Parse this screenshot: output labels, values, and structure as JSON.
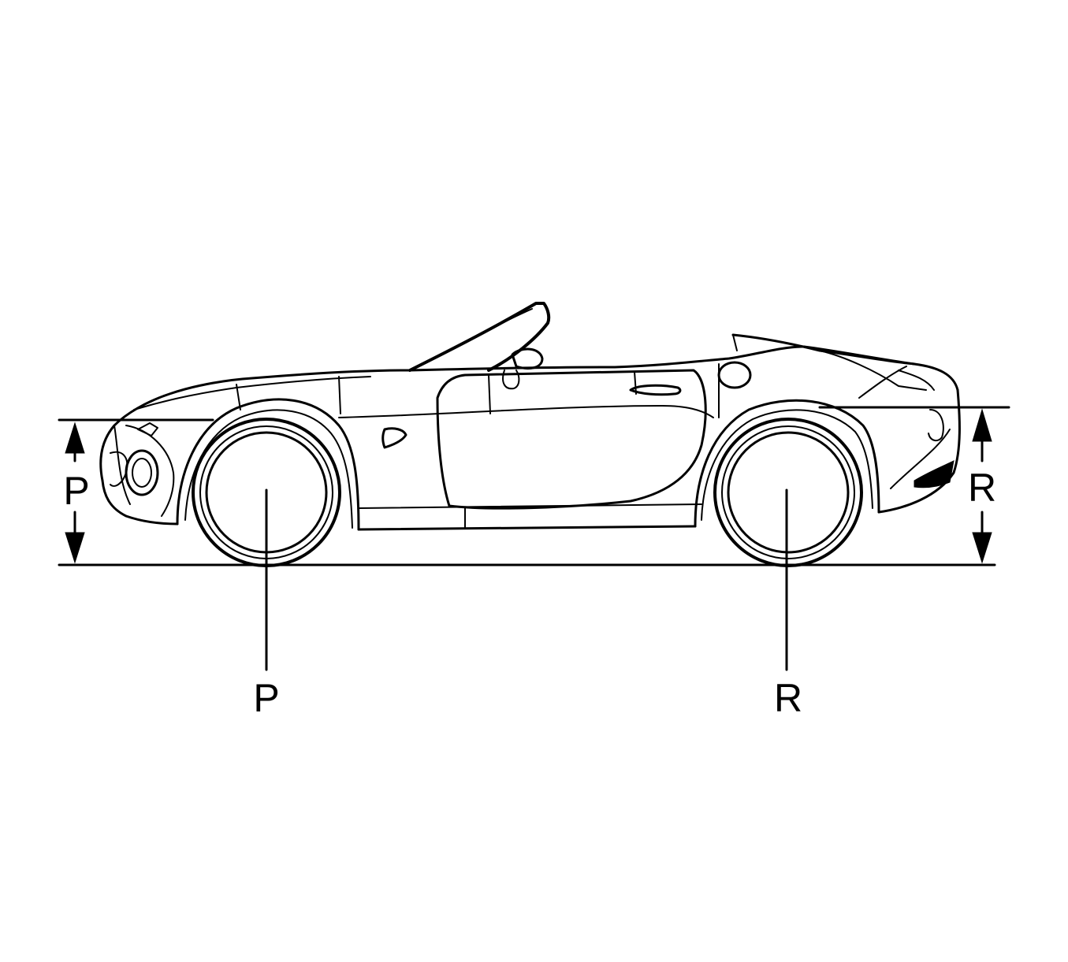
{
  "diagram": {
    "labels": {
      "front_height": "P",
      "rear_height": "R",
      "front_wheel_center": "P",
      "rear_wheel_center": "R"
    }
  }
}
